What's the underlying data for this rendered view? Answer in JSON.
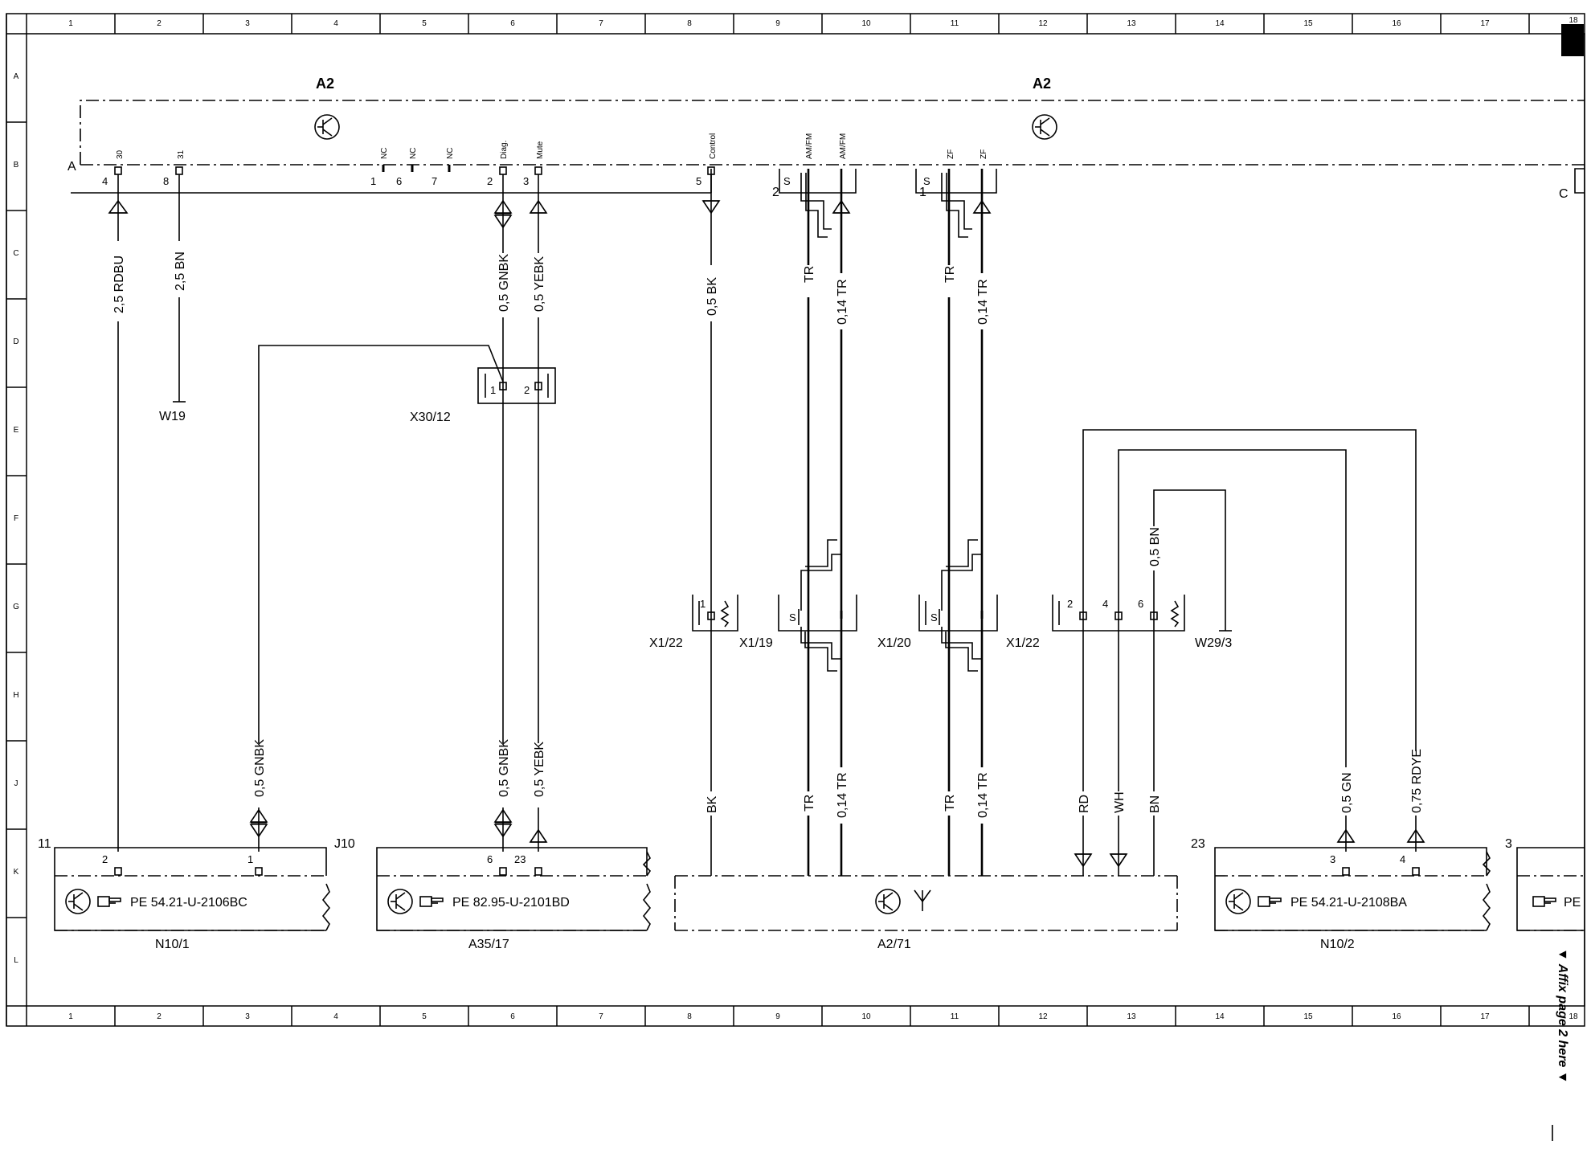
{
  "grid": {
    "columns": [
      "1",
      "2",
      "3",
      "4",
      "5",
      "6",
      "7",
      "8",
      "9",
      "10",
      "11",
      "12",
      "13",
      "14",
      "15",
      "16",
      "17",
      "18"
    ],
    "rows": [
      "A",
      "B",
      "C",
      "D",
      "E",
      "F",
      "G",
      "H",
      "J",
      "K",
      "L"
    ]
  },
  "modules": {
    "a2_left": "A2",
    "a2_right": "A2",
    "a2_71": "A2/71",
    "n10_1": "N10/1",
    "a35_17": "A35/17",
    "n10_2": "N10/2"
  },
  "connectors": {
    "x30_12": "X30/12",
    "x1_22_left": "X1/22",
    "x1_19": "X1/19",
    "x1_20": "X1/20",
    "x1_22_right": "X1/22",
    "w19": "W19",
    "w29_3": "W29/3"
  },
  "connector_letters": {
    "a": "A",
    "c": "C",
    "j10": "J10"
  },
  "part_refs": {
    "n10_1": "PE 54.21-U-2106BC",
    "a35_17": "PE 82.95-U-2101BD",
    "n10_2": "PE 54.21-U-2108BA",
    "right_cut": "PE"
  },
  "pin_names": {
    "p30": "30",
    "p31": "31",
    "nc1": "NC",
    "nc2": "NC",
    "nc3": "NC",
    "diag": "Diag.",
    "mute": "Mute",
    "control": "Control",
    "amfm1": "AM/FM",
    "amfm2": "AM/FM",
    "zf1": "ZF",
    "zf2": "ZF"
  },
  "pin_numbers": {
    "a2_4": "4",
    "a2_8": "8",
    "a2_1": "1",
    "a2_6": "6",
    "a2_7": "7",
    "a2_2": "2",
    "a2_3": "3",
    "a2_5": "5",
    "s_conn_2": "2",
    "s_conn_1": "1",
    "x30_1": "1",
    "x30_2": "2",
    "x122_1": "1",
    "x122r_2": "2",
    "x122r_4": "4",
    "x122r_6": "6",
    "n101_2": "2",
    "n101_1": "1",
    "n101_num": "11",
    "a3517_6": "6",
    "a3517_23": "23",
    "n102_3": "3",
    "n102_4": "4",
    "n102_num": "23",
    "right_num": "3",
    "s1": "S",
    "s2": "S",
    "s3": "S",
    "s4": "S"
  },
  "wires": {
    "rdbu": "2,5 RDBU",
    "bn25": "2,5 BN",
    "gnbk_top": "0,5 GNBK",
    "yebk_top": "0,5 YEBK",
    "bk05": "0,5 BK",
    "tr_a": "TR",
    "tr014_a": "0,14 TR",
    "tr_b": "TR",
    "tr014_b": "0,14 TR",
    "gnbk_n101": "0,5 GNBK",
    "gnbk_bot": "0,5 GNBK",
    "yebk_bot": "0,5 YEBK",
    "bk": "BK",
    "tr_c": "TR",
    "tr014_c": "0,14 TR",
    "tr_d": "TR",
    "tr014_d": "0,14 TR",
    "rd": "RD",
    "wh": "WH",
    "bn": "BN",
    "bn05": "0,5 BN",
    "gn05": "0,5 GN",
    "rdye": "0,75 RDYE"
  },
  "note": "▼ Affix page 2 here ▼"
}
